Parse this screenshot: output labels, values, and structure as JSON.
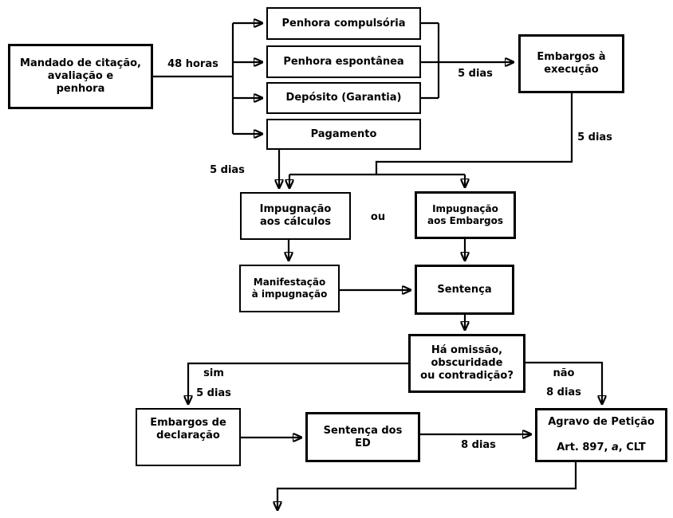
{
  "diagram": {
    "background_color": "#ffffff",
    "line_color": "#000000",
    "text_color": "#000000",
    "nodes": {
      "mandado": "Mandado de citação,\navaliação e\npenhora",
      "penhora_compulsoria": "Penhora compulsória",
      "penhora_espontanea": "Penhora espontânea",
      "deposito_garantia": "Depósito (Garantia)",
      "pagamento": "Pagamento",
      "embargos_execucao": "Embargos à\nexecução",
      "impugnacao_calculos": "Impugnação\naos cálculos",
      "impugnacao_embargos": "Impugnação\naos Embargos",
      "manifestacao_impugnacao": "Manifestação\nà impugnação",
      "sentenca": "Sentença",
      "ha_omissao": "Há omissão,\nobscuridade\nou contradição?",
      "embargos_declaracao": "Embargos de\ndeclaração",
      "sentenca_ed": "Sentença dos\nED",
      "agravo_line1": "Agravo de Petição",
      "agravo_line2_pre": "Art. 897, ",
      "agravo_line2_italic": "a",
      "agravo_line2_post": ", CLT"
    },
    "edge_labels": {
      "horas_48": "48 horas",
      "dias_5_bracket": "5 dias",
      "dias_5_embargos": "5 dias",
      "dias_5_pagamento": "5 dias",
      "ou": "ou",
      "sim": "sim",
      "dias_5_sim": "5 dias",
      "nao": "não",
      "dias_8_nao": "8 dias",
      "dias_8_bottom": "8 dias"
    }
  }
}
